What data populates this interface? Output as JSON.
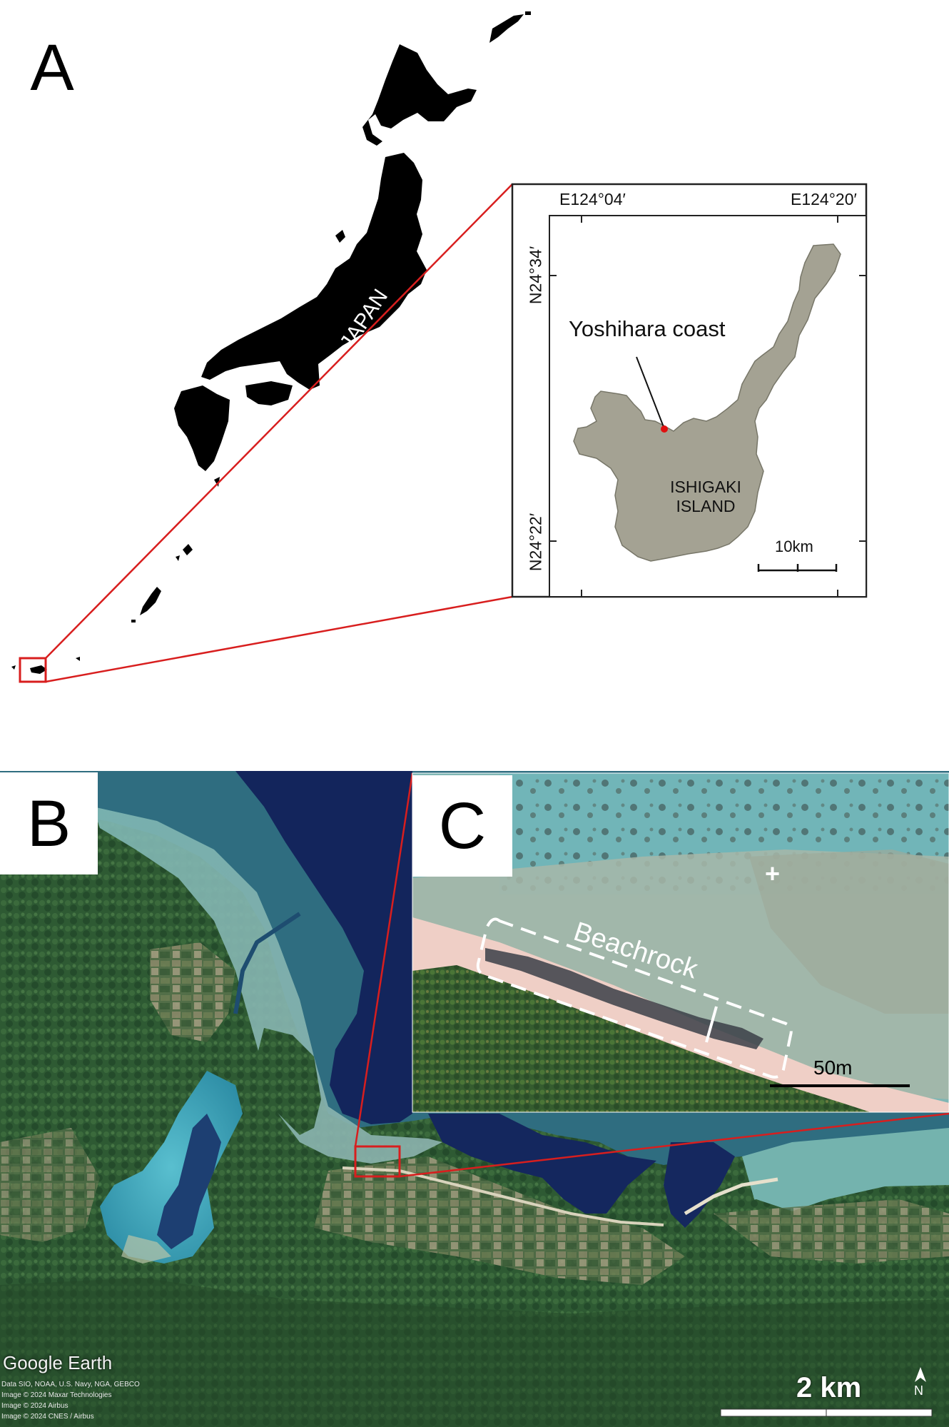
{
  "panels": {
    "a": {
      "letter": "A",
      "country_label": "JAPAN",
      "inset": {
        "lon_labels": [
          "E124°04′",
          "E124°20′"
        ],
        "lat_labels": [
          "N24°34′",
          "N24°22′"
        ],
        "site_label": "Yoshihara coast",
        "island_label_line1": "ISHIGAKI",
        "island_label_line2": "ISLAND",
        "scale_label": "10km"
      }
    },
    "b": {
      "letter": "B",
      "brand": "Google Earth",
      "credits": [
        "Data SIO, NOAA, U.S. Navy, NGA, GEBCO",
        "Image © 2024 Maxar Technologies",
        "Image © 2024 Airbus",
        "Image © 2024 CNES / Airbus"
      ],
      "scale_label": "2 km",
      "north_label": "N"
    },
    "c": {
      "letter": "C",
      "feature_label": "Beachrock",
      "marker": "+",
      "scale_label": "50m"
    }
  },
  "colors": {
    "callout_red": "#d81e1e",
    "site_dot": "#e01010",
    "land_black": "#000000",
    "island_fill": "#a4a293",
    "deep_water": "#13255c",
    "lagoon": "#3a9bb0",
    "forest": "#2d5a32"
  }
}
